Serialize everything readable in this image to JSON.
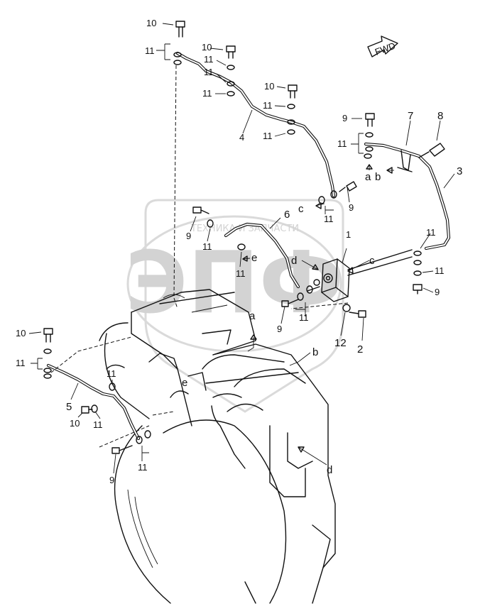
{
  "watermark": {
    "logo_text": "ЭПФ",
    "caption": "ТЕХНИКА И ЗАПЧАСТИ"
  },
  "direction_badge": "FWD",
  "callouts": {
    "c1": "1",
    "c2": "2",
    "c3": "3",
    "c4": "4",
    "c5": "5",
    "c6": "6",
    "c7": "7",
    "c8": "8",
    "c9": "9",
    "c10": "10",
    "c11": "11",
    "c12": "12",
    "a": "a",
    "b": "b",
    "c": "c",
    "d": "d",
    "e": "e"
  },
  "icons": [
    "bolt-icon",
    "washer-icon",
    "arrow-icon",
    "fwd-arrow-icon"
  ]
}
